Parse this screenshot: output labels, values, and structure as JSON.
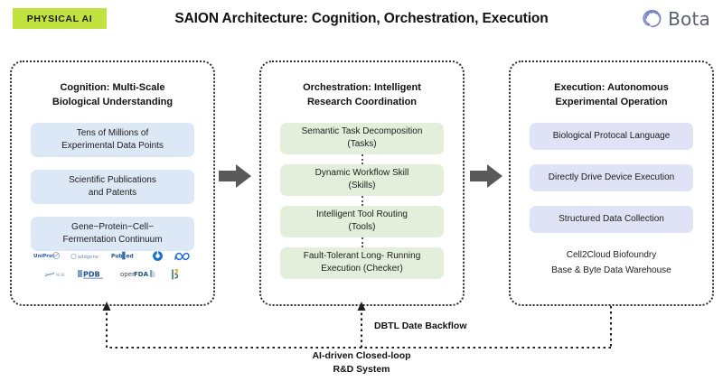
{
  "header": {
    "badge": "PHYSICAL AI",
    "title": "SAION Architecture: Cognition, Orchestration, Execution",
    "logo_text": "Bota",
    "logo_icon": "bota-swirl-icon",
    "badge_color": "#c2e23f",
    "logo_color": "#5b6074"
  },
  "panels": [
    {
      "id": "cognition",
      "title": "Cognition: Multi-Scale\nBiological Understanding",
      "title_line1": "Cognition: Multi-Scale",
      "title_line2": "Biological Understanding",
      "card_color": "#dde8f6",
      "cards": [
        {
          "line1": "Tens of Millions of",
          "line2": "Experimental Data Points"
        },
        {
          "line1": "Scientific Publications",
          "line2": "and Patents"
        },
        {
          "line1": "Gene−Protein−Cell−",
          "line2": "Fermentation Continuum"
        }
      ],
      "logo_rows": [
        [
          "UniProt",
          "addgene",
          "PubMed",
          "OpenAI",
          "Meta"
        ],
        [
          "ncbi",
          "PDB",
          "openFDA",
          "biorender"
        ]
      ]
    },
    {
      "id": "orchestration",
      "title_line1": "Orchestration: Intelligent",
      "title_line2": "Research Coordination",
      "card_color": "#e3efdb",
      "cards": [
        {
          "line1": "Semantic Task Decomposition",
          "line2": "(Tasks)"
        },
        {
          "line1": "Dynamic Workflow Skill",
          "line2": "(Skills)"
        },
        {
          "line1": "Intelligent Tool Routing",
          "line2": "(Tools)"
        },
        {
          "line1": "Fault-Tolerant Long- Running",
          "line2": "Execution (Checker)"
        }
      ]
    },
    {
      "id": "execution",
      "title_line1": "Execution: Autonomous",
      "title_line2": "Experimental Operation",
      "card_color": "#e0e2f6",
      "cards": [
        {
          "line1": "Biological Protocal Language",
          "line2": ""
        },
        {
          "line1": "Directly Drive Device Execution",
          "line2": ""
        },
        {
          "line1": "Structured Data Collection",
          "line2": ""
        }
      ],
      "footnote_line1": "Cell2Cloud Biofoundry",
      "footnote_line2": "Base & Byte Data Warehouse"
    }
  ],
  "flow": {
    "arrow_1": "arrow-right-icon",
    "arrow_2": "arrow-right-icon",
    "arrow_color": "#595959"
  },
  "backflow": {
    "label": "DBTL Date Backflow",
    "caption_line1": "AI-driven Closed-loop",
    "caption_line2": "R&D System"
  }
}
